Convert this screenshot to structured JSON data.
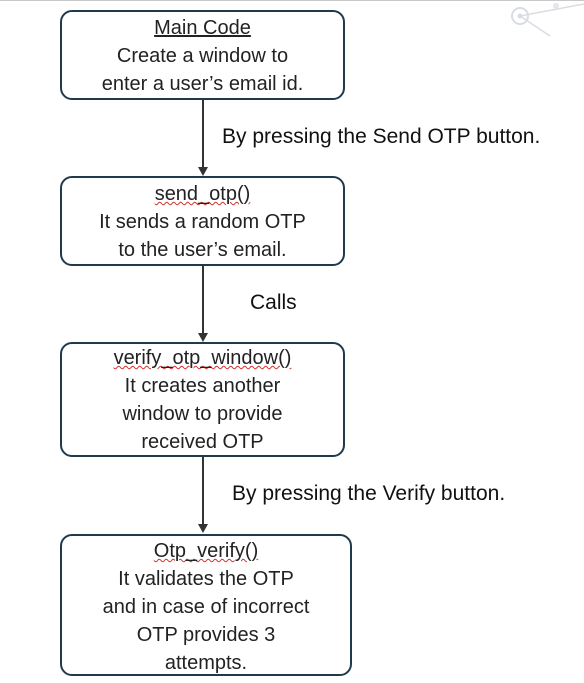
{
  "boxes": [
    {
      "title": "Main Code",
      "lines": [
        "Create a window to",
        "enter a user’s email id."
      ]
    },
    {
      "title": "send_otp()",
      "lines": [
        "It sends a random OTP",
        "to the user’s email."
      ]
    },
    {
      "title": "verify_otp_window()",
      "lines": [
        "It creates another",
        "window to provide",
        "received OTP"
      ]
    },
    {
      "title": "Otp_verify()",
      "lines": [
        "It validates the OTP",
        "and in case of incorrect",
        "OTP provides 3",
        "attempts."
      ]
    }
  ],
  "connectors": [
    {
      "label": "By pressing the Send OTP button."
    },
    {
      "label": "Calls"
    },
    {
      "label": "By pressing the Verify button."
    }
  ]
}
